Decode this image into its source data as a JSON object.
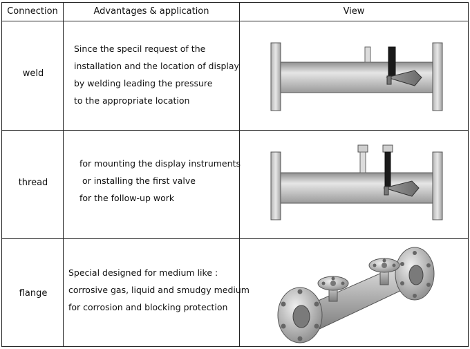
{
  "header": {
    "connection": "Connection",
    "advantages": "Advantages & application",
    "view": "View"
  },
  "rows": [
    {
      "connection": "weld",
      "lines": [
        "Since the specil request of the",
        "installation and the location of display",
        "by welding leading the pressure",
        "to the appropriate location"
      ],
      "view_icon": "weld-flowmeter-drawing"
    },
    {
      "connection": "thread",
      "lines": [
        "for mounting the display instruments",
        "or installing the first valve",
        "for the follow-up work"
      ],
      "view_icon": "thread-flowmeter-drawing"
    },
    {
      "connection": "flange",
      "lines": [
        "Special designed for medium like :",
        "corrosive gas, liquid and smudgy medium",
        "for corrosion and blocking protection"
      ],
      "view_icon": "flange-flowmeter-3d-drawing"
    }
  ]
}
